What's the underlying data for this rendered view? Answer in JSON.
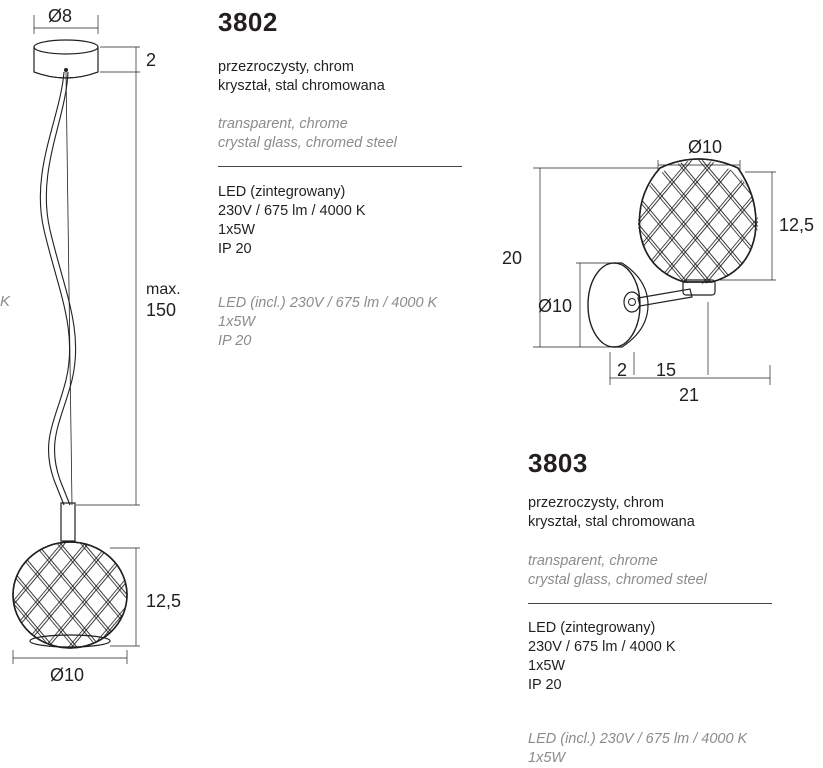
{
  "products": [
    {
      "model": "3802",
      "pl_finish": "przezroczysty, chrom",
      "pl_material": "kryształ, stal chromowana",
      "en_finish": "transparent, chrome",
      "en_material": "crystal glass, chromed steel",
      "spec_pl": [
        "LED (zintegrowany)",
        "230V / 675 lm / 4000 K",
        "1x5W",
        "IP 20"
      ],
      "spec_en": [
        "LED (incl.) 230V / 675 lm / 4000 K",
        "1x5W",
        "IP 20"
      ]
    },
    {
      "model": "3803",
      "pl_finish": "przezroczysty, chrom",
      "pl_material": "kryształ, stal chromowana",
      "en_finish": "transparent, chrome",
      "en_material": "crystal glass, chromed steel",
      "spec_pl": [
        "LED (zintegrowany)",
        "230V / 675 lm / 4000 K",
        "1x5W",
        "IP 20"
      ],
      "spec_en": [
        "LED (incl.) 230V / 675 lm / 4000 K",
        "1x5W"
      ]
    }
  ],
  "pendant_dims": {
    "canopy_diameter": "Ø8",
    "canopy_height": "2",
    "max_label": "max.",
    "max_value": "150",
    "shade_height": "12,5",
    "shade_diameter": "Ø10",
    "edge_fragment": "K"
  },
  "wall_dims": {
    "shade_diameter": "Ø10",
    "shade_height": "12,5",
    "total_height": "20",
    "plate_diameter": "Ø10",
    "plate_depth": "2",
    "arm_length": "15",
    "total_depth": "21"
  }
}
